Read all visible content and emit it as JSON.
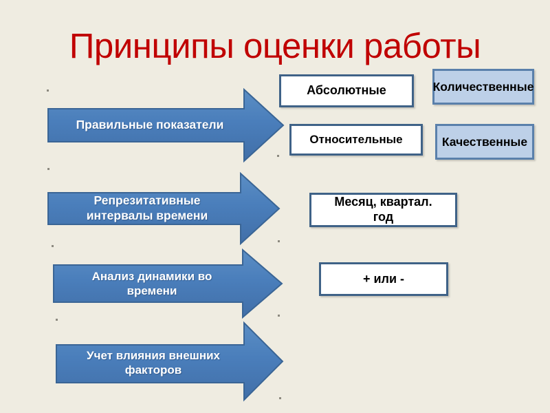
{
  "slide": {
    "title": "Принципы оценки работы",
    "title_color": "#c00000",
    "background_color": "#efece1",
    "arrow_color": "#4a7ebb",
    "box_border_color": "#3f6287",
    "box_blue_fill": "#bdd0e8"
  },
  "arrows": [
    {
      "id": "arrow-1",
      "label": "Правильные показатели"
    },
    {
      "id": "arrow-2",
      "label": "Репрезитативные\nинтервалы времени"
    },
    {
      "id": "arrow-3",
      "label": "Анализ динамики во\nвремени"
    },
    {
      "id": "arrow-4",
      "label": "Учет влияния внешних\nфакторов"
    }
  ],
  "boxes": {
    "absolute": "Абсолютные",
    "quantitative": "Количественные",
    "relative": "Относительные",
    "qualitative": "Качественные",
    "periods": "Месяц, квартал. год",
    "trend": "+    или -"
  }
}
